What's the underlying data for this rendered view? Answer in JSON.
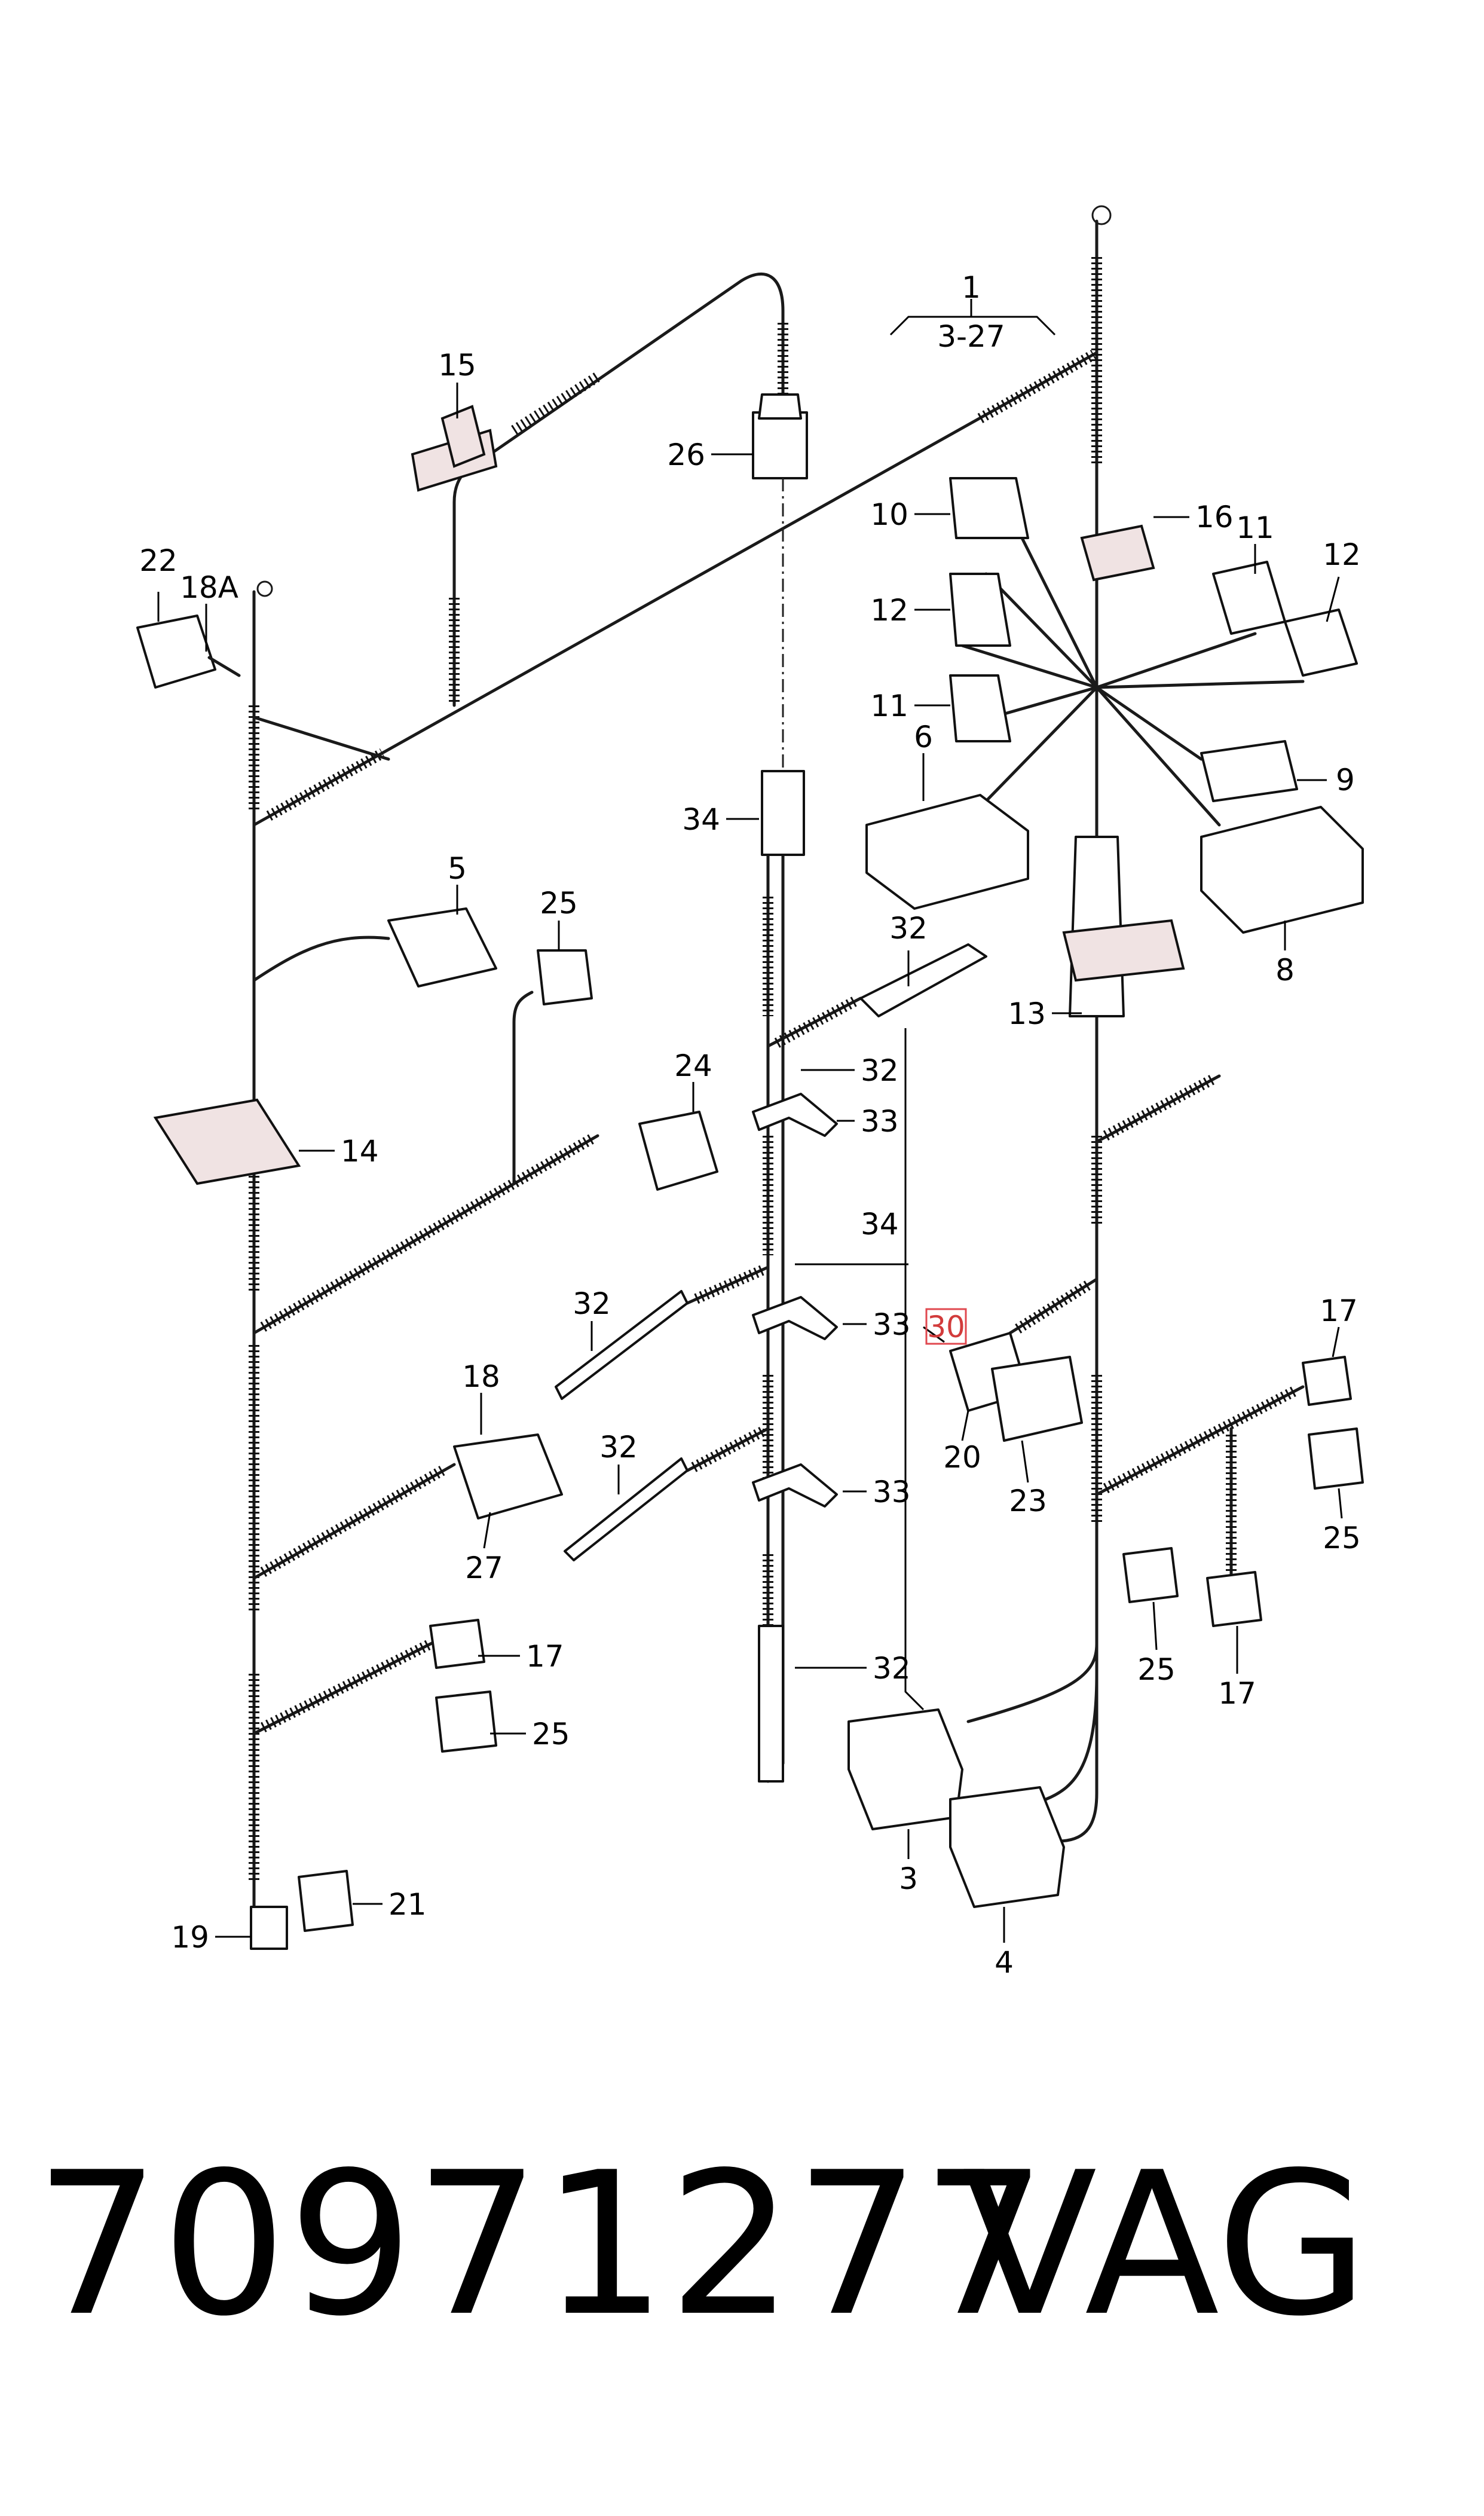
{
  "diagram": {
    "labels": {
      "l1": "1",
      "l1_range": "3-27",
      "l3": "3",
      "l4": "4",
      "l5": "5",
      "l6": "6",
      "l8": "8",
      "l9": "9",
      "l10": "10",
      "l11a": "11",
      "l11b": "11",
      "l12a": "12",
      "l12b": "12",
      "l13": "13",
      "l14": "14",
      "l15": "15",
      "l16": "16",
      "l17a": "17",
      "l17b": "17",
      "l17c": "17",
      "l18": "18",
      "l18a": "18A",
      "l19": "19",
      "l20": "20",
      "l21": "21",
      "l22": "22",
      "l23": "23",
      "l24": "24",
      "l25a": "25",
      "l25b": "25",
      "l25c": "25",
      "l25d": "25",
      "l26": "26",
      "l27": "27",
      "l30": "30",
      "l32a": "32",
      "l32b": "32",
      "l32c": "32",
      "l32d": "32",
      "l32e": "32",
      "l33a": "33",
      "l33b": "33",
      "l33c": "33",
      "l34a": "34",
      "l34b": "34"
    },
    "highlight_color": "#e0484f"
  },
  "footer": {
    "part_number": "70971277",
    "brand": "VAG"
  }
}
